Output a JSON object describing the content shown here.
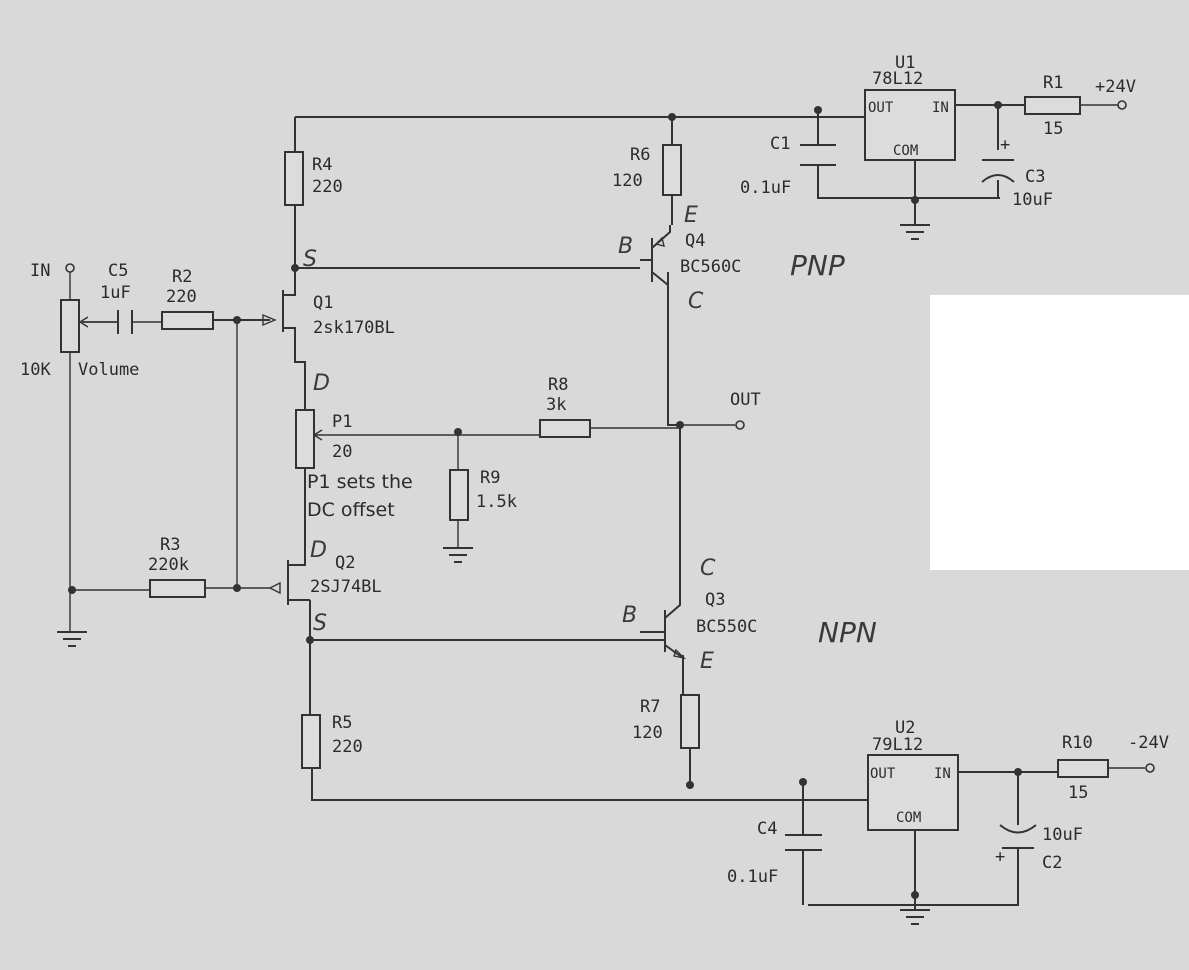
{
  "labels": {
    "in": "IN",
    "out": "OUT",
    "vpos": "+24V",
    "vneg": "-24V",
    "volume_value": "10K",
    "volume_name": "Volume",
    "c5_ref": "C5",
    "c5_val": "1uF",
    "r2_ref": "R2",
    "r2_val": "220",
    "r3_ref": "R3",
    "r3_val": "220k",
    "r4_ref": "R4",
    "r4_val": "220",
    "r5_ref": "R5",
    "r5_val": "220",
    "r6_ref": "R6",
    "r6_val": "120",
    "r7_ref": "R7",
    "r7_val": "120",
    "r8_ref": "R8",
    "r8_val": "3k",
    "r9_ref": "R9",
    "r9_val": "1.5k",
    "p1_ref": "P1",
    "p1_val": "20",
    "r1_ref": "R1",
    "r1_val": "15",
    "r10_ref": "R10",
    "r10_val": "15",
    "c1_ref": "C1",
    "c1_val": "0.1uF",
    "c3_ref": "C3",
    "c3_val": "10uF",
    "c4_ref": "C4",
    "c4_val": "0.1uF",
    "c2_ref": "C2",
    "c2_val": "10uF",
    "q1_ref": "Q1",
    "q1_part": "2sk170BL",
    "q2_ref": "Q2",
    "q2_part": "2SJ74BL",
    "q3_ref": "Q3",
    "q3_part": "BC550C",
    "q4_ref": "Q4",
    "q4_part": "BC560C",
    "u1_ref": "U1",
    "u1_part": "78L12",
    "u2_ref": "U2",
    "u2_part": "79L12",
    "pin_out": "OUT",
    "pin_in": "IN",
    "pin_com": "COM",
    "plus": "+",
    "note_line1": "P1 sets the",
    "note_line2": "DC offset"
  },
  "hand": {
    "pnp": "PNP",
    "npn": "NPN",
    "q1_s": "S",
    "q1_d": "D",
    "q2_d": "D",
    "q2_s": "S",
    "q4_b": "B",
    "q4_e": "E",
    "q4_c": "C",
    "q3_b": "B",
    "q3_c": "C",
    "q3_e": "E"
  }
}
